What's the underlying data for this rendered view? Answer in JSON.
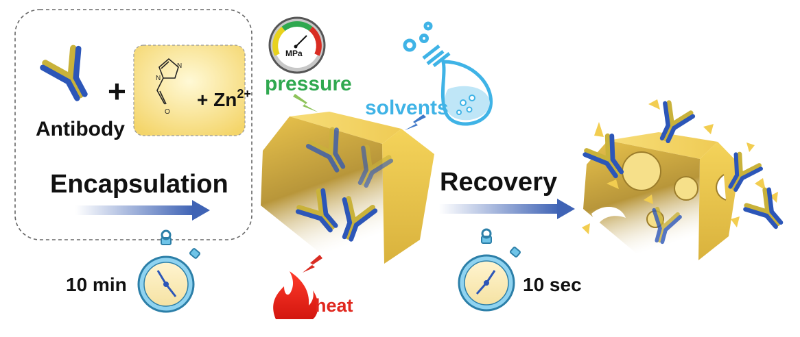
{
  "labels": {
    "antibody": "Antibody",
    "plus": "+",
    "zn_prefix": "+ Zn",
    "zn_charge": "2+",
    "encapsulation": "Encapsulation",
    "recovery": "Recovery",
    "pressure": "pressure",
    "solvents": "solvents",
    "heat": "heat",
    "mpa": "MPa",
    "time_encapsulation": "10 min",
    "time_recovery": "10 sec"
  },
  "molecule_atoms": {
    "n1": "N",
    "n2": "N",
    "o": "O"
  },
  "colors": {
    "antibody_blue": "#2c56b8",
    "antibody_gold": "#c9b23a",
    "crystal_gold": "#f3d257",
    "pressure_green": "#2fa84f",
    "solvent_blue": "#3fb3e6",
    "heat_red": "#e0271e",
    "arrow_blue": "#3f63b5"
  }
}
